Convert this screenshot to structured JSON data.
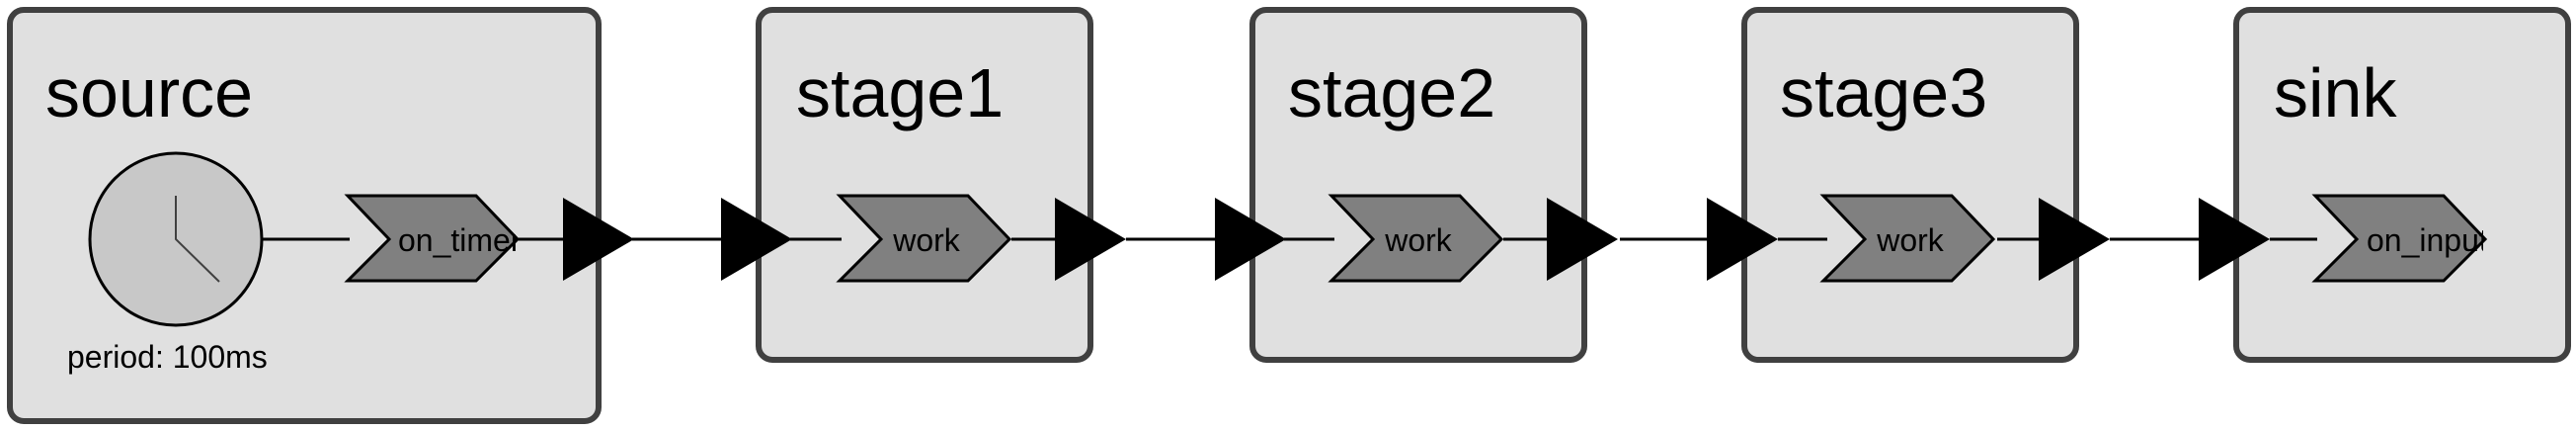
{
  "nodes": [
    {
      "id": "source",
      "title": "source",
      "port": "on_timer",
      "note": "period: 100ms"
    },
    {
      "id": "stage1",
      "title": "stage1",
      "port": "work"
    },
    {
      "id": "stage2",
      "title": "stage2",
      "port": "work"
    },
    {
      "id": "stage3",
      "title": "stage3",
      "port": "work"
    },
    {
      "id": "sink",
      "title": "sink",
      "port": "on_input"
    }
  ],
  "icons": {
    "timer": "clock-icon"
  }
}
